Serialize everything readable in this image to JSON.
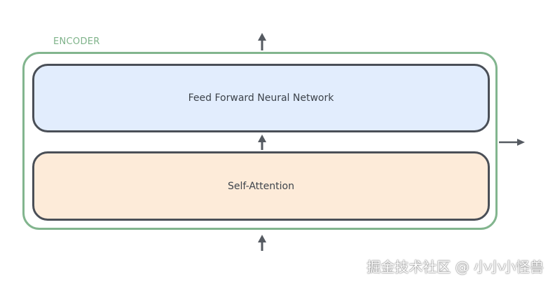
{
  "encoder": {
    "label": "ENCODER"
  },
  "layers": {
    "feed_forward": "Feed Forward Neural Network",
    "self_attention": "Self-Attention"
  },
  "watermark": "掘金技术社区 @ 小小小怪兽",
  "colors": {
    "encoder_border": "#82b58e",
    "feed_forward_fill": "#e2edfd",
    "self_attention_fill": "#fdebd9",
    "layer_border": "#4a4f57",
    "arrow": "#555a61"
  }
}
